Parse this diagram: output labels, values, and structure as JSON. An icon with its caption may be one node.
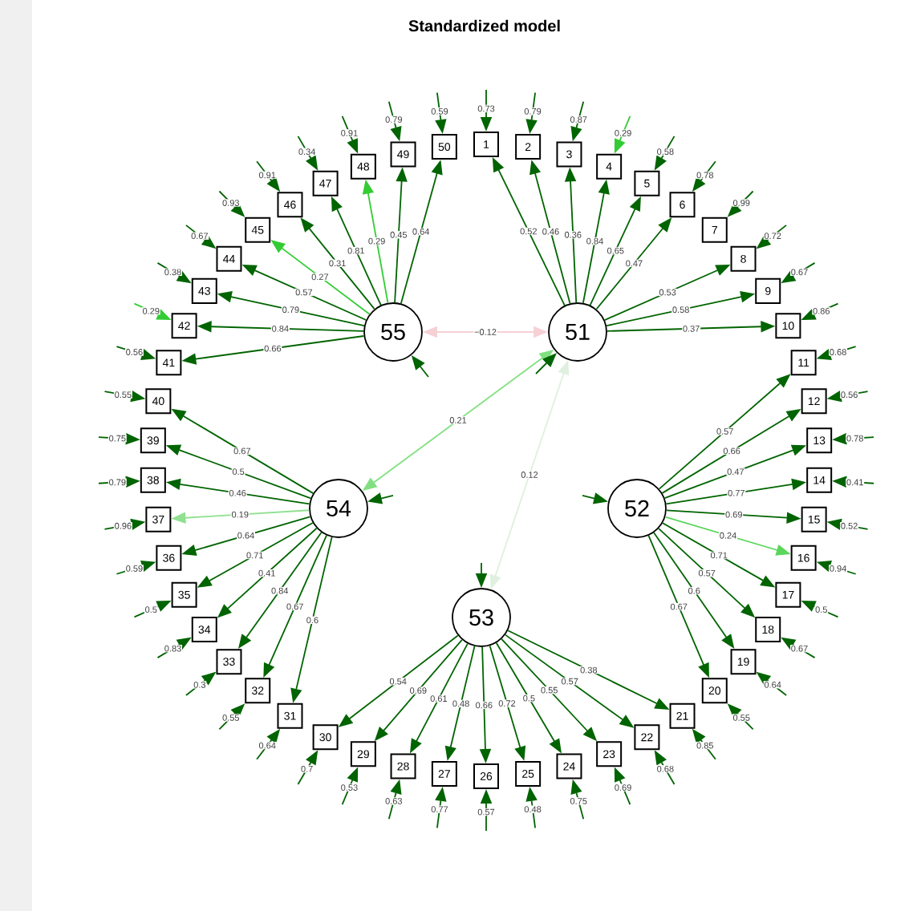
{
  "diagram": {
    "title": "Standardized model",
    "nodes": [
      {
        "text": [
          "1"
        ]
      },
      {
        "text": [
          "2"
        ]
      },
      {
        "text": [
          "3"
        ]
      },
      {
        "text": [
          "4"
        ]
      },
      {
        "text": [
          "5"
        ]
      },
      {
        "text": [
          "6"
        ]
      },
      {
        "text": [
          "7"
        ]
      },
      {
        "text": [
          "8"
        ]
      },
      {
        "text": [
          "9"
        ]
      },
      {
        "text": [
          "10"
        ]
      },
      {
        "text": [
          "11"
        ]
      },
      {
        "text": [
          "12"
        ]
      },
      {
        "text": [
          "13"
        ]
      },
      {
        "text": [
          "14"
        ]
      },
      {
        "text": [
          "15"
        ]
      },
      {
        "text": [
          "16"
        ]
      },
      {
        "text": [
          "17"
        ]
      },
      {
        "text": [
          "18"
        ]
      },
      {
        "text": [
          "19"
        ]
      },
      {
        "text": [
          "20"
        ]
      },
      {
        "text": [
          "21"
        ]
      },
      {
        "text": [
          "22"
        ]
      },
      {
        "text": [
          "23"
        ]
      },
      {
        "text": [
          "24"
        ]
      },
      {
        "text": [
          "25"
        ]
      },
      {
        "text": [
          "26"
        ]
      },
      {
        "text": [
          "27"
        ]
      },
      {
        "text": [
          "28"
        ]
      },
      {
        "text": [
          "29"
        ]
      },
      {
        "text": [
          "30"
        ]
      },
      {
        "text": [
          "31"
        ]
      },
      {
        "text": [
          "32"
        ]
      },
      {
        "text": [
          "33"
        ]
      },
      {
        "text": [
          "34"
        ]
      },
      {
        "text": [
          "35"
        ]
      },
      {
        "text": [
          "36"
        ]
      },
      {
        "text": [
          "37"
        ]
      },
      {
        "text": [
          "38"
        ]
      },
      {
        "text": [
          "39"
        ]
      },
      {
        "text": [
          "40"
        ]
      },
      {
        "text": [
          "41"
        ]
      },
      {
        "text": [
          "42"
        ]
      },
      {
        "text": [
          "43"
        ]
      },
      {
        "text": [
          "44"
        ]
      },
      {
        "text": [
          "45"
        ]
      },
      {
        "text": [
          "46"
        ]
      },
      {
        "text": [
          "47"
        ]
      },
      {
        "text": [
          "48"
        ]
      },
      {
        "text": [
          "49"
        ]
      },
      {
        "text": [
          "50"
        ]
      },
      {
        "text": [
          "51"
        ]
      },
      {
        "text": [
          "52"
        ]
      },
      {
        "text": [
          "53"
        ]
      },
      {
        "text": [
          "54"
        ]
      },
      {
        "text": [
          "55"
        ]
      }
    ],
    "edges": [
      {
        "from": 50,
        "to": 0,
        "arrow": "to",
        "label": "0.52"
      },
      {
        "from": 50,
        "to": 1,
        "arrow": "to",
        "label": "0.46"
      },
      {
        "from": 50,
        "to": 2,
        "arrow": "to",
        "label": "0.36"
      },
      {
        "from": 50,
        "to": 3,
        "arrow": "to",
        "label": "0.84"
      },
      {
        "from": 50,
        "to": 4,
        "arrow": "to",
        "label": "0.65"
      },
      {
        "from": 50,
        "to": 5,
        "arrow": "to",
        "label": "0.47"
      },
      {
        "from": 50,
        "to": 7,
        "arrow": "to",
        "label": "0.53"
      },
      {
        "from": 50,
        "to": 8,
        "arrow": "to",
        "label": "0.58"
      },
      {
        "from": 50,
        "to": 9,
        "arrow": "to",
        "label": "0.37"
      },
      {
        "from": 51,
        "to": 10,
        "arrow": "to",
        "label": "0.57"
      },
      {
        "from": 51,
        "to": 11,
        "arrow": "to",
        "label": "0.66"
      },
      {
        "from": 51,
        "to": 12,
        "arrow": "to",
        "label": "0.47"
      },
      {
        "from": 51,
        "to": 13,
        "arrow": "to",
        "label": "0.77"
      },
      {
        "from": 51,
        "to": 14,
        "arrow": "to",
        "label": "0.69"
      },
      {
        "from": 51,
        "to": 15,
        "arrow": "to",
        "label": "0.24",
        "color": "#5ad65a"
      },
      {
        "from": 51,
        "to": 16,
        "arrow": "to",
        "label": "0.71"
      },
      {
        "from": 51,
        "to": 17,
        "arrow": "to",
        "label": "0.57"
      },
      {
        "from": 51,
        "to": 18,
        "arrow": "to",
        "label": "0.6"
      },
      {
        "from": 51,
        "to": 19,
        "arrow": "to",
        "label": "0.67"
      },
      {
        "from": 52,
        "to": 20,
        "arrow": "to",
        "label": "0.38"
      },
      {
        "from": 52,
        "to": 21,
        "arrow": "to",
        "label": "0.57"
      },
      {
        "from": 52,
        "to": 22,
        "arrow": "to",
        "label": "0.55"
      },
      {
        "from": 52,
        "to": 23,
        "arrow": "to",
        "label": "0.5"
      },
      {
        "from": 52,
        "to": 24,
        "arrow": "to",
        "label": "0.72"
      },
      {
        "from": 52,
        "to": 25,
        "arrow": "to",
        "label": "0.66"
      },
      {
        "from": 52,
        "to": 26,
        "arrow": "to",
        "label": "0.48"
      },
      {
        "from": 52,
        "to": 27,
        "arrow": "to",
        "label": "0.61"
      },
      {
        "from": 52,
        "to": 28,
        "arrow": "to",
        "label": "0.69"
      },
      {
        "from": 52,
        "to": 29,
        "arrow": "to",
        "label": "0.54"
      },
      {
        "from": 53,
        "to": 30,
        "arrow": "to",
        "label": "0.6"
      },
      {
        "from": 53,
        "to": 31,
        "arrow": "to",
        "label": "0.67"
      },
      {
        "from": 53,
        "to": 32,
        "arrow": "to",
        "label": "0.84"
      },
      {
        "from": 53,
        "to": 33,
        "arrow": "to",
        "label": "0.41"
      },
      {
        "from": 53,
        "to": 34,
        "arrow": "to",
        "label": "0.71"
      },
      {
        "from": 53,
        "to": 35,
        "arrow": "to",
        "label": "0.64"
      },
      {
        "from": 53,
        "to": 36,
        "arrow": "to",
        "label": "0.19",
        "color": "#90e090"
      },
      {
        "from": 53,
        "to": 37,
        "arrow": "to",
        "label": "0.46"
      },
      {
        "from": 53,
        "to": 38,
        "arrow": "to",
        "label": "0.5"
      },
      {
        "from": 53,
        "to": 39,
        "arrow": "to",
        "label": "0.67"
      },
      {
        "from": 54,
        "to": 40,
        "arrow": "to",
        "label": "0.66"
      },
      {
        "from": 54,
        "to": 41,
        "arrow": "to",
        "label": "0.84"
      },
      {
        "from": 54,
        "to": 42,
        "arrow": "to",
        "label": "0.79"
      },
      {
        "from": 54,
        "to": 43,
        "arrow": "to",
        "label": "0.57"
      },
      {
        "from": 54,
        "to": 44,
        "arrow": "to",
        "label": "0.27",
        "color": "#33cc33"
      },
      {
        "from": 54,
        "to": 45,
        "arrow": "to",
        "label": "0.31"
      },
      {
        "from": 54,
        "to": 46,
        "arrow": "to",
        "label": "0.81"
      },
      {
        "from": 54,
        "to": 47,
        "arrow": "to",
        "label": "0.29",
        "color": "#33cc33"
      },
      {
        "from": 54,
        "to": 48,
        "arrow": "to",
        "label": "0.45"
      },
      {
        "from": 54,
        "to": 49,
        "arrow": "to",
        "label": "0.64"
      },
      {
        "from": null,
        "to": 0,
        "arrow": "to",
        "label": "0.73"
      },
      {
        "from": null,
        "to": 1,
        "arrow": "to",
        "label": "0.79"
      },
      {
        "from": null,
        "to": 2,
        "arrow": "to",
        "label": "0.87"
      },
      {
        "from": null,
        "to": 3,
        "arrow": "to",
        "label": "0.29",
        "color": "#33cc33"
      },
      {
        "from": null,
        "to": 4,
        "arrow": "to",
        "label": "0.58"
      },
      {
        "from": null,
        "to": 5,
        "arrow": "to",
        "label": "0.78"
      },
      {
        "from": null,
        "to": 6,
        "arrow": "to",
        "label": "0.99"
      },
      {
        "from": null,
        "to": 7,
        "arrow": "to",
        "label": "0.72"
      },
      {
        "from": null,
        "to": 8,
        "arrow": "to",
        "label": "0.67"
      },
      {
        "from": null,
        "to": 9,
        "arrow": "to",
        "label": "0.86"
      },
      {
        "from": null,
        "to": 10,
        "arrow": "to",
        "label": "0.68"
      },
      {
        "from": null,
        "to": 11,
        "arrow": "to",
        "label": "0.56"
      },
      {
        "from": null,
        "to": 12,
        "arrow": "to",
        "label": "0.78"
      },
      {
        "from": null,
        "to": 13,
        "arrow": "to",
        "label": "0.41"
      },
      {
        "from": null,
        "to": 14,
        "arrow": "to",
        "label": "0.52"
      },
      {
        "from": null,
        "to": 15,
        "arrow": "to",
        "label": "0.94"
      },
      {
        "from": null,
        "to": 16,
        "arrow": "to",
        "label": "0.5"
      },
      {
        "from": null,
        "to": 17,
        "arrow": "to",
        "label": "0.67"
      },
      {
        "from": null,
        "to": 18,
        "arrow": "to",
        "label": "0.64"
      },
      {
        "from": null,
        "to": 19,
        "arrow": "to",
        "label": "0.55"
      },
      {
        "from": null,
        "to": 20,
        "arrow": "to",
        "label": "0.85"
      },
      {
        "from": null,
        "to": 21,
        "arrow": "to",
        "label": "0.68"
      },
      {
        "from": null,
        "to": 22,
        "arrow": "to",
        "label": "0.69"
      },
      {
        "from": null,
        "to": 23,
        "arrow": "to",
        "label": "0.75"
      },
      {
        "from": null,
        "to": 24,
        "arrow": "to",
        "label": "0.48"
      },
      {
        "from": null,
        "to": 25,
        "arrow": "to",
        "label": "0.57"
      },
      {
        "from": null,
        "to": 26,
        "arrow": "to",
        "label": "0.77"
      },
      {
        "from": null,
        "to": 27,
        "arrow": "to",
        "label": "0.63"
      },
      {
        "from": null,
        "to": 28,
        "arrow": "to",
        "label": "0.53"
      },
      {
        "from": null,
        "to": 29,
        "arrow": "to",
        "label": "0.7"
      },
      {
        "from": null,
        "to": 30,
        "arrow": "to",
        "label": "0.64"
      },
      {
        "from": null,
        "to": 31,
        "arrow": "to",
        "label": "0.55"
      },
      {
        "from": null,
        "to": 32,
        "arrow": "to",
        "label": "0.3"
      },
      {
        "from": null,
        "to": 33,
        "arrow": "to",
        "label": "0.83"
      },
      {
        "from": null,
        "to": 34,
        "arrow": "to",
        "label": "0.5"
      },
      {
        "from": null,
        "to": 35,
        "arrow": "to",
        "label": "0.59"
      },
      {
        "from": null,
        "to": 36,
        "arrow": "to",
        "label": "0.96"
      },
      {
        "from": null,
        "to": 37,
        "arrow": "to",
        "label": "0.79"
      },
      {
        "from": null,
        "to": 38,
        "arrow": "to",
        "label": "0.75"
      },
      {
        "from": null,
        "to": 39,
        "arrow": "to",
        "label": "0.55"
      },
      {
        "from": null,
        "to": 40,
        "arrow": "to",
        "label": "0.56"
      },
      {
        "from": null,
        "to": 41,
        "arrow": "to",
        "label": "0.29",
        "color": "#33cc33"
      },
      {
        "from": null,
        "to": 42,
        "arrow": "to",
        "label": "0.38"
      },
      {
        "from": null,
        "to": 43,
        "arrow": "to",
        "label": "0.67"
      },
      {
        "from": null,
        "to": 44,
        "arrow": "to",
        "label": "0.93"
      },
      {
        "from": null,
        "to": 45,
        "arrow": "to",
        "label": "0.91"
      },
      {
        "from": null,
        "to": 46,
        "arrow": "to",
        "label": "0.34"
      },
      {
        "from": null,
        "to": 47,
        "arrow": "to",
        "label": "0.91"
      },
      {
        "from": null,
        "to": 48,
        "arrow": "to",
        "label": "0.79"
      },
      {
        "from": null,
        "to": 49,
        "arrow": "to",
        "label": "0.59"
      },
      {
        "from": 50,
        "to": 54,
        "arrow": "both",
        "label": "−0.12",
        "color": "#f5d0d5"
      },
      {
        "from": 50,
        "to": 53,
        "arrow": "both",
        "label": "0.21",
        "color": "#80e080"
      },
      {
        "from": 50,
        "to": 52,
        "arrow": "both",
        "label": "0.12",
        "color": "#e0f0e0"
      },
      {
        "from": null,
        "to": 50,
        "arrow": "to"
      },
      {
        "from": null,
        "to": 51,
        "arrow": "to"
      },
      {
        "from": null,
        "to": 52,
        "arrow": "to"
      },
      {
        "from": null,
        "to": 53,
        "arrow": "to"
      },
      {
        "from": null,
        "to": 54,
        "arrow": "to"
      }
    ]
  }
}
